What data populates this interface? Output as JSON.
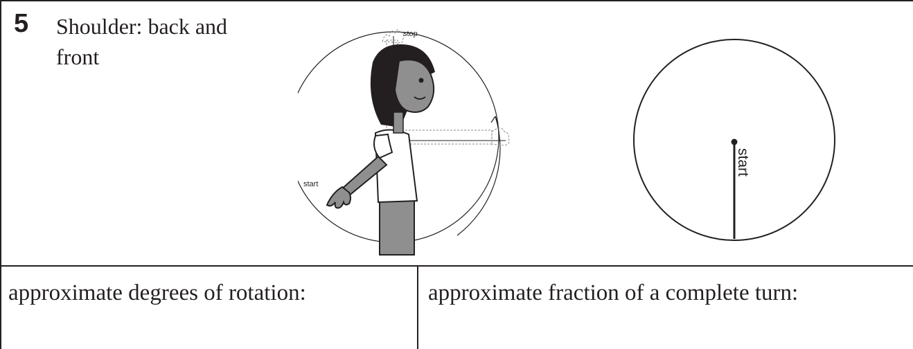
{
  "activity": {
    "number": "5",
    "title": "Shoulder: back and front"
  },
  "illustration": {
    "stop_label": "stop",
    "start_label": "start"
  },
  "circle_diagram": {
    "start_label": "start"
  },
  "answers": {
    "degrees_prompt": "approximate degrees of rotation:",
    "fraction_prompt": "approximate fraction of a complete turn:"
  }
}
